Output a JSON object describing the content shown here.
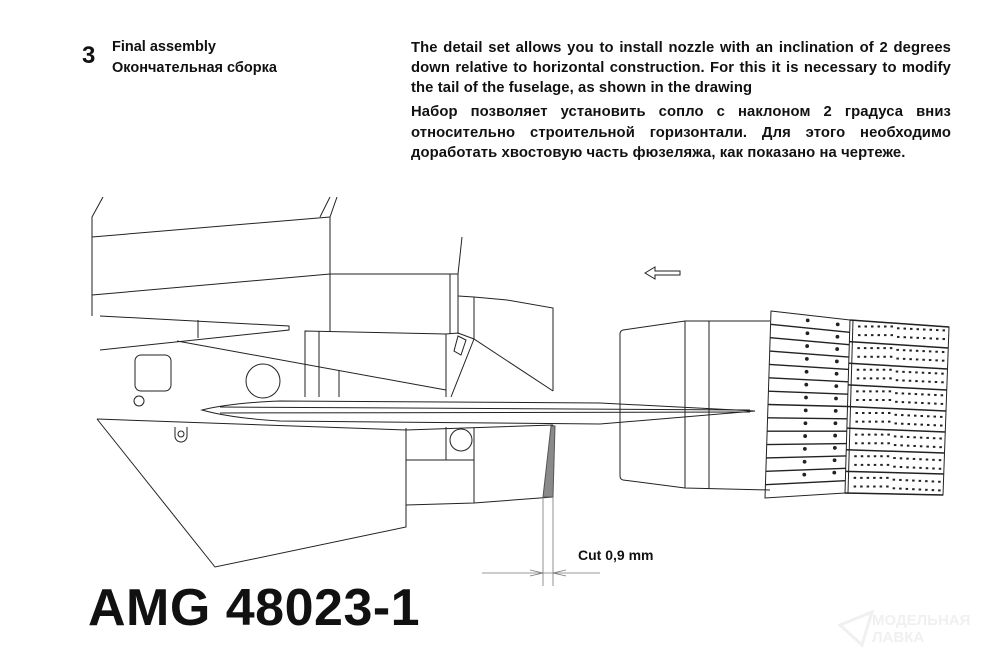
{
  "step": {
    "number": "3",
    "title_en": "Final assembly",
    "title_ru": "Окончательная сборка"
  },
  "description": {
    "en": "The detail set allows you to install nozzle with an inclination of 2 degrees down relative to horizontal construction. For this it is necessary to modify the tail of the fuselage, as shown in the drawing",
    "ru": "Набор позволяет установить сопло с наклоном 2 градуса вниз относительно строительной горизонтали. Для этого необходимо доработать хвостовую часть фюзеляжа, как показано на чертеже."
  },
  "drawing": {
    "cut_label": "Cut 0,9 mm",
    "cut_color": "#8a8a8a",
    "line_color": "#222222",
    "direction_icon": "arrow-left-icon"
  },
  "kit_code": "AMG 48023-1",
  "watermark": {
    "line1": "МОДЕЛЬНАЯ",
    "line2": "ЛАВКА"
  }
}
